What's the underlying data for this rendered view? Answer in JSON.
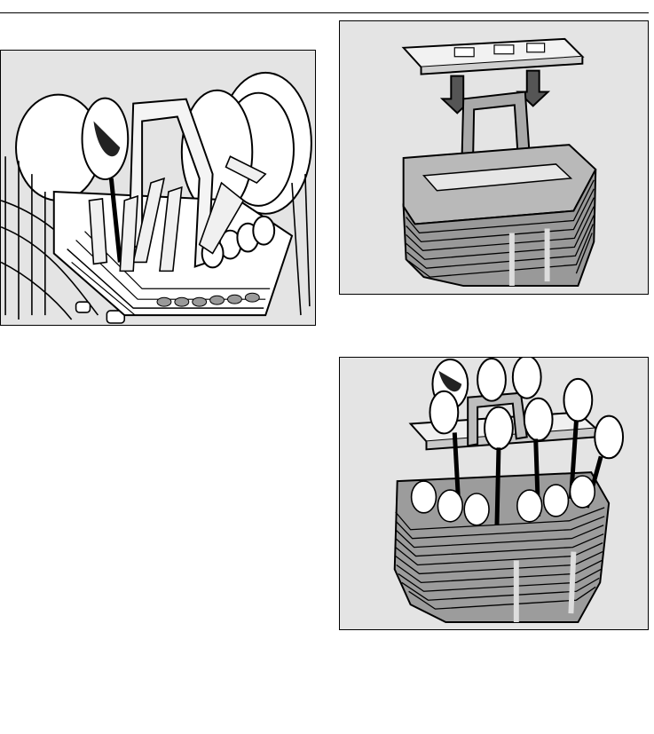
{
  "page": {
    "rule_color": "#000000",
    "figure_background": "#e4e4e4",
    "figure_border": "#000000"
  },
  "figures": [
    {
      "name": "cutlery-basket-in-lower-rack",
      "icons": [
        "dish-rack-icon",
        "cutlery-basket-icon",
        "plate-icon",
        "spoon-icon",
        "knife-icon"
      ]
    },
    {
      "name": "cutlery-grid-insertion",
      "icons": [
        "cutlery-grid-icon",
        "down-arrow-icon",
        "cutlery-basket-icon",
        "basket-handle-icon"
      ]
    },
    {
      "name": "cutlery-basket-loaded-with-grid",
      "icons": [
        "cutlery-basket-icon",
        "cutlery-grid-icon",
        "spoon-icon",
        "basket-handle-icon"
      ]
    }
  ]
}
